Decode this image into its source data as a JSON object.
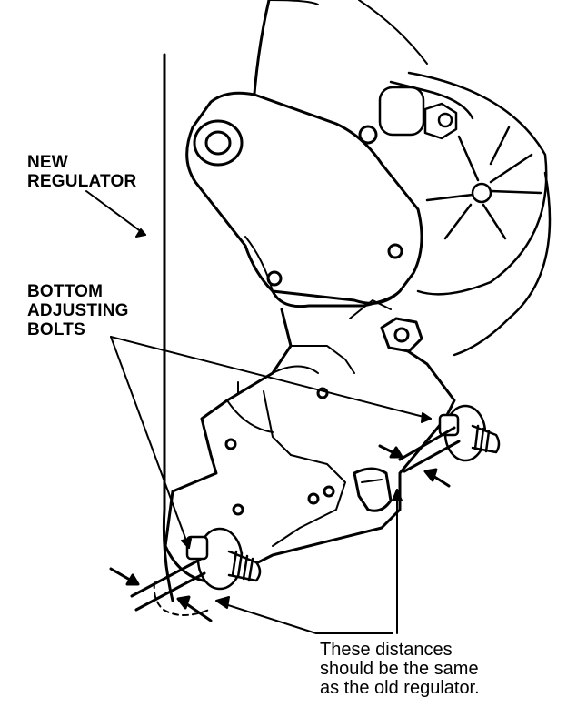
{
  "labels": {
    "new_regulator": [
      "NEW",
      "REGULATOR"
    ],
    "bottom_adjusting_bolts": [
      "BOTTOM",
      "ADJUSTING",
      "BOLTS"
    ],
    "note": [
      "These distances",
      "should be the same",
      "as the old regulator."
    ]
  },
  "colors": {
    "ink": "#000000",
    "paper": "#ffffff"
  }
}
